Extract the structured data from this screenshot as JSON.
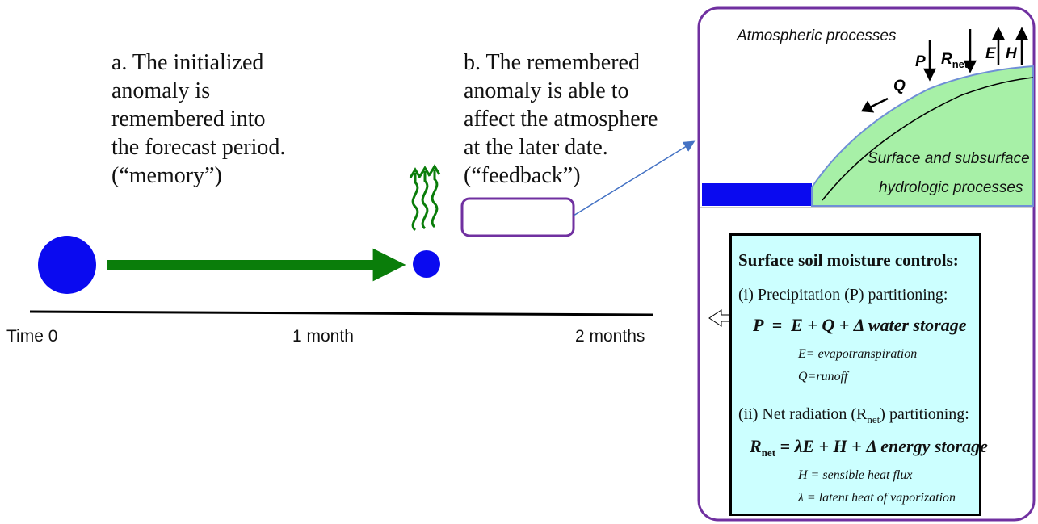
{
  "timeline": {
    "captions": {
      "a": [
        "a. The initialized",
        "anomaly is",
        "remembered into",
        "the forecast period.",
        "(“memory”)"
      ],
      "b": [
        "b. The remembered",
        "anomaly is able to",
        "affect the atmosphere",
        "at the later date."
      ],
      "b_feedback": "(“feedback”)"
    },
    "axis_labels": {
      "t0": "Time 0",
      "t1": "1 month",
      "t2": "2 months"
    }
  },
  "panel": {
    "atmos_label": "Atmospheric processes",
    "surface_label_1": "Surface and subsurface",
    "surface_label_2": "hydrologic processes",
    "flux_labels": {
      "P": "P",
      "R": "R",
      "R_sub": "net",
      "E": "E",
      "H": "H",
      "Q": "Q"
    },
    "box": {
      "title": "Surface soil moisture controls:",
      "i_heading": "(i) Precipitation (P) partitioning:",
      "i_eq": "P  =  E + Q + Δ water storage",
      "i_def_E": "E= evapotranspiration",
      "i_def_Q": "Q=runoff",
      "ii_heading_pre": "(ii) Net radiation (R",
      "ii_heading_sub": "net",
      "ii_heading_post": ") partitioning:",
      "ii_eq_R": "R",
      "ii_eq_sub": "net",
      "ii_eq_rest": " = λE + H + Δ energy storage",
      "ii_def_H": "H = sensible heat flux",
      "ii_def_lambda": "λ = latent heat of vaporization"
    }
  },
  "colors": {
    "circle": "#0a0af0",
    "arrow": "#0a7d0a",
    "frame": "#7030a0",
    "land": "#a7f0a7",
    "water": "#0a0af0",
    "box_fill": "#ccffff",
    "pointer": "#4472c4"
  }
}
